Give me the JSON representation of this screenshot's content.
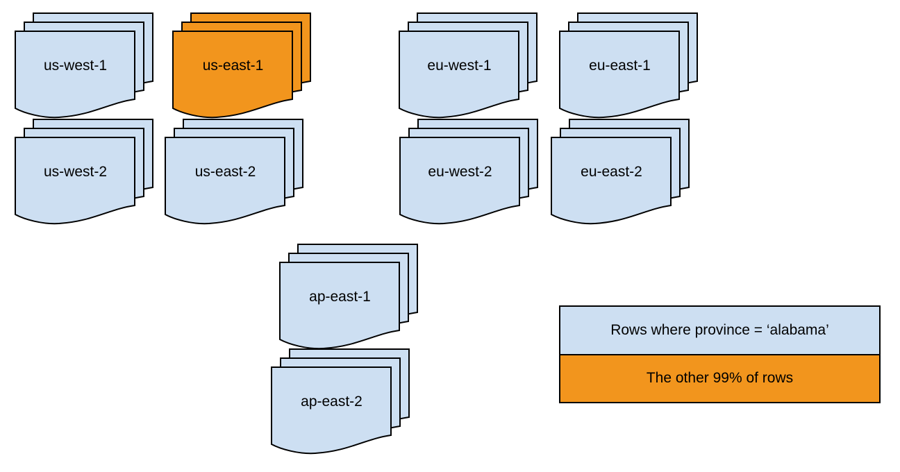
{
  "colors": {
    "partition": "#CDDFF2",
    "highlight": "#F2951D",
    "stroke": "#000000"
  },
  "stacks": [
    {
      "label": "us-west-1",
      "variant": "partition"
    },
    {
      "label": "us-east-1",
      "variant": "highlight"
    },
    {
      "label": "us-west-2",
      "variant": "partition"
    },
    {
      "label": "us-east-2",
      "variant": "partition"
    },
    {
      "label": "eu-west-1",
      "variant": "partition"
    },
    {
      "label": "eu-east-1",
      "variant": "partition"
    },
    {
      "label": "eu-west-2",
      "variant": "partition"
    },
    {
      "label": "eu-east-2",
      "variant": "partition"
    },
    {
      "label": "ap-east-1",
      "variant": "partition"
    },
    {
      "label": "ap-east-2",
      "variant": "partition"
    }
  ],
  "legend": {
    "items": [
      {
        "label": "Rows where province = ‘alabama’",
        "variant": "partition"
      },
      {
        "label": "The other 99% of rows",
        "variant": "highlight"
      }
    ]
  }
}
